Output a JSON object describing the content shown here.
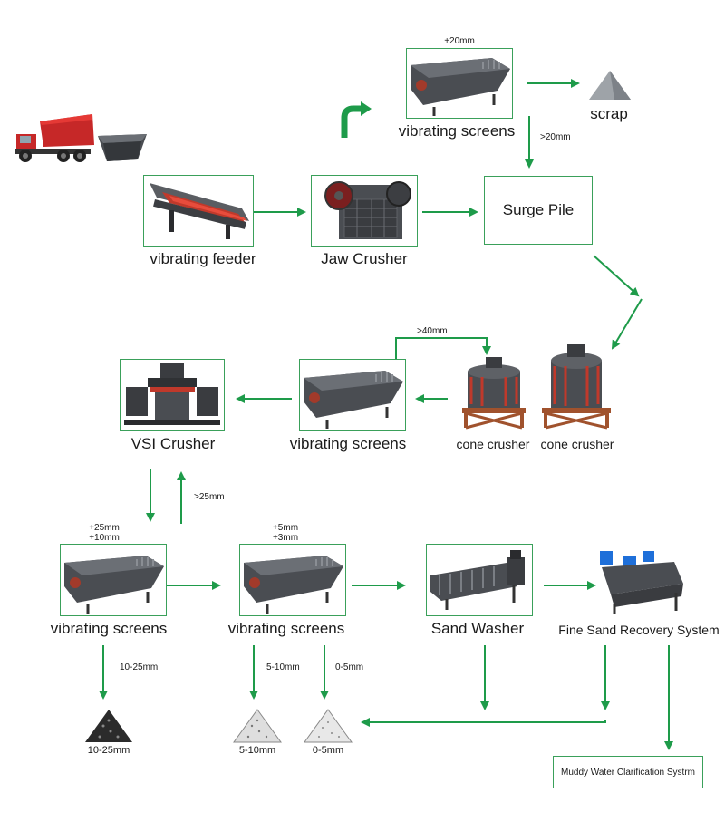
{
  "colors": {
    "arrow": "#1e9b4a",
    "box_border": "#3aa05a",
    "machine": "#3c3e42",
    "accent_red": "#c0392b"
  },
  "labels": {
    "vibrating_feeder": "vibrating feeder",
    "jaw_crusher": "Jaw Crusher",
    "surge_pile": "Surge Pile",
    "top_screen": "vibrating screens",
    "top_screen_size": "+20mm",
    "scrap": "scrap",
    "pass_20": ">20mm",
    "pass_40": ">40mm",
    "cone_crusher_1": "cone crusher",
    "cone_crusher_2": "cone crusher",
    "mid_screen": "vibrating screens",
    "vsi_crusher": "VSI Crusher",
    "return_25": ">25mm",
    "left_screen": "vibrating screens",
    "left_screen_size_a": "+25mm",
    "left_screen_size_b": "+10mm",
    "mid2_screen": "vibrating screens",
    "mid2_screen_size_a": "+5mm",
    "mid2_screen_size_b": "+3mm",
    "sand_washer": "Sand Washer",
    "fine_sand": "Fine Sand Recovery System",
    "out_10_25": "10-25mm",
    "out_5_10": "5-10mm",
    "out_0_5": "0-5mm",
    "pile_10_25": "10-25mm",
    "pile_5_10": "5-10mm",
    "pile_0_5": "0-5mm",
    "muddy_water": "Muddy Water Clarification Systrm"
  },
  "icons": [
    "dump-truck-icon",
    "hopper-icon",
    "turn-arrow-icon",
    "scrap-pile-icon",
    "sand-pile-icon"
  ]
}
